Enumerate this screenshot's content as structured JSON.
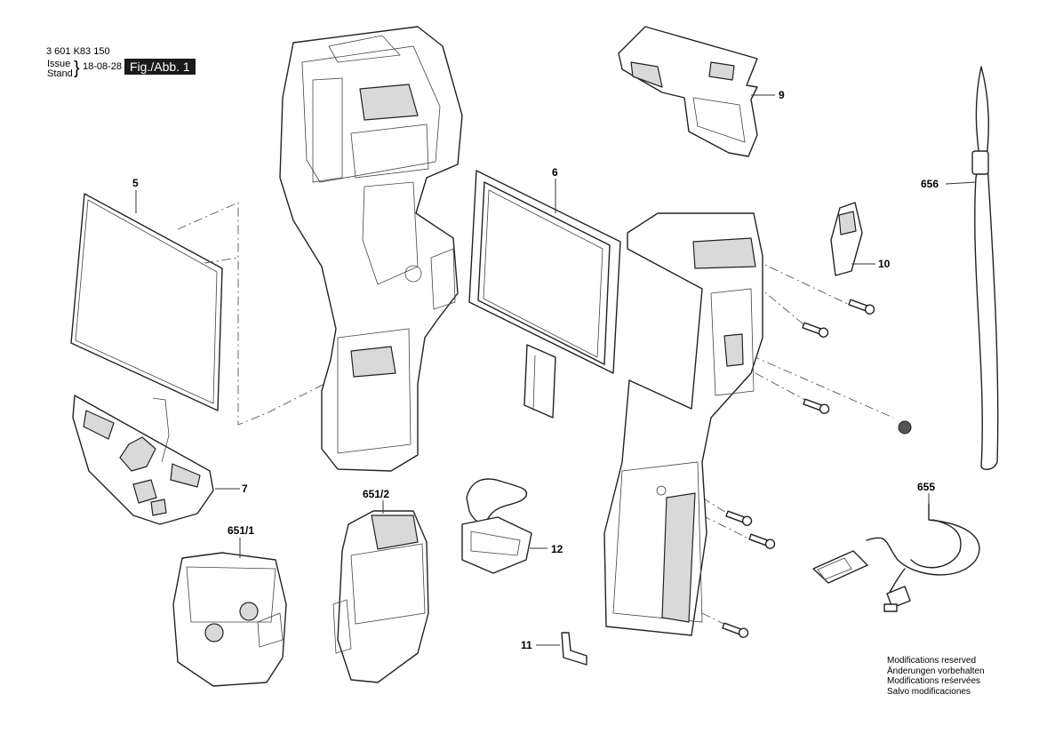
{
  "header": {
    "part_number": "3 601 K83 150",
    "issue_label": "Issue",
    "stand_label": "Stand",
    "date": "18-08-28",
    "figure_badge": "Fig./Abb. 1"
  },
  "callouts": {
    "c5": "5",
    "c6": "6",
    "c7": "7",
    "c9": "9",
    "c10": "10",
    "c11": "11",
    "c12": "12",
    "c651_1": "651/1",
    "c651_2": "651/2",
    "c655": "655",
    "c656": "656"
  },
  "notes": {
    "en": "Modifications reserved",
    "de": "Änderungen vorbehalten",
    "fr": "Modifications reśervées",
    "es": "Salvo modificaciones"
  }
}
